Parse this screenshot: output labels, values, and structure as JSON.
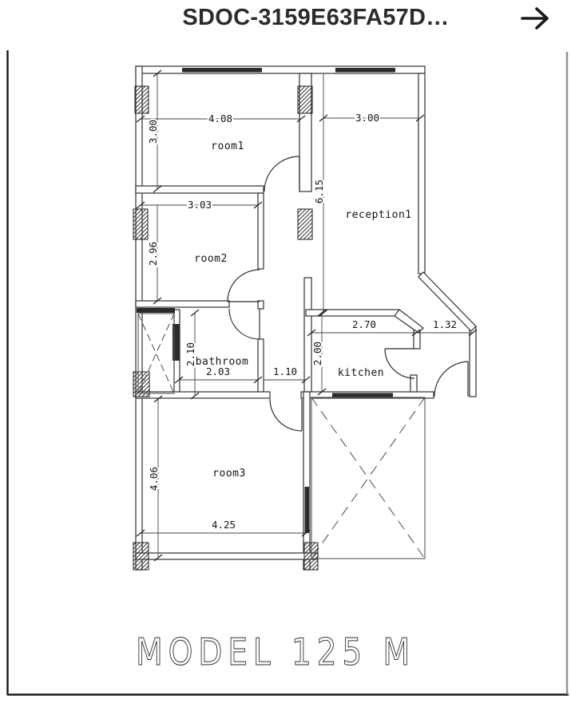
{
  "header": {
    "title": "SDOC-3159E63FA57D…",
    "arrow_icon": "forward-arrow"
  },
  "plan": {
    "room_labels": {
      "room1": "room1",
      "reception": "reception1",
      "room2": "room2",
      "bathroom": "bathroom",
      "kitchen": "kitchen",
      "room3": "room3"
    },
    "dims": {
      "room1_width": "4.08",
      "room1_height": "3.00",
      "reception_width": "3.00",
      "reception_height": "6.15",
      "room2_width": "3.03",
      "room2_height": "2.96",
      "bathroom_depth": "2.10",
      "bathroom_width": "2.03",
      "hall_width": "1.10",
      "kitchen_width": "2.70",
      "entry_width": "1.32",
      "kitchen_depth": "2.00",
      "room3_height": "4.06",
      "room3_width": "4.25"
    }
  },
  "footer": {
    "model_label": "MODEL 125 M"
  },
  "colors": {
    "line": "#383838",
    "window_fill": "#2b2b2b",
    "sheet_border_right": "#8f8f8f",
    "sheet_border_dark": "#1a1a1a"
  }
}
